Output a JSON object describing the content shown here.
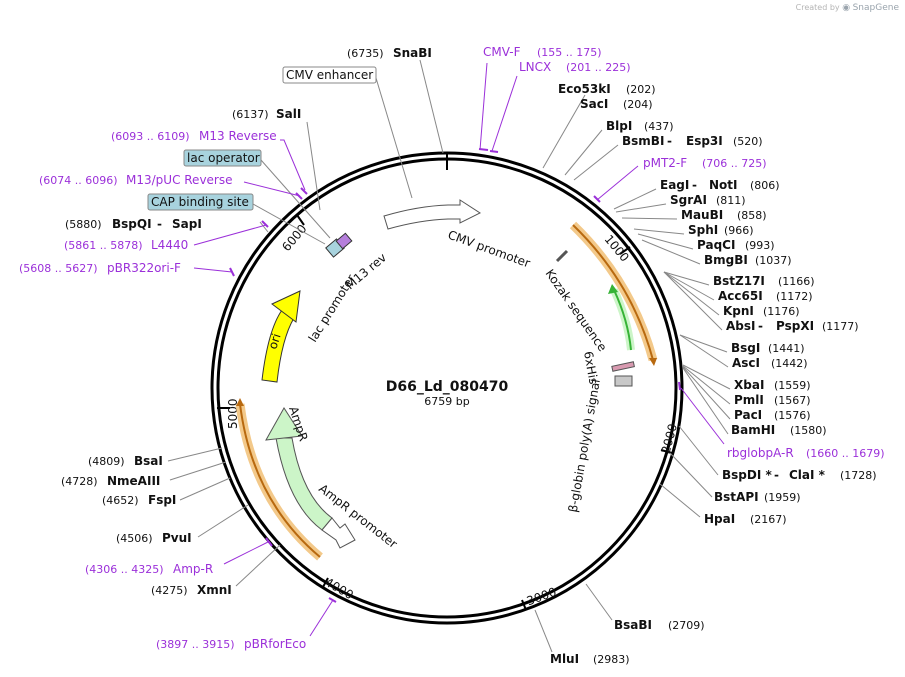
{
  "branding": {
    "created_by": "Created by",
    "product": "SnapGene"
  },
  "map": {
    "name": "D66_Ld_080470",
    "length": "6759 bp",
    "ticks": [
      "1000",
      "2000",
      "3000",
      "4000",
      "5000",
      "6000"
    ]
  },
  "features": {
    "cmv_promoter": "CMV promoter",
    "kozak": "Kozak sequence",
    "his": "6xHis",
    "polya": "β-globin poly(A) signal",
    "ampr": "AmpR",
    "ampr_promoter": "AmpR promoter",
    "ori": "ori",
    "lac_promoter": "lac promoter",
    "m13_rev": "M13 rev"
  },
  "boxed": {
    "cmv_enhancer": "CMV enhancer",
    "lac_operator": "lac operator",
    "cap_site": "CAP binding site"
  },
  "enzymes_right": [
    {
      "name": "Eco53kI",
      "pos": "(202)"
    },
    {
      "name": "SacI",
      "pos": "(204)"
    },
    {
      "name": "BlpI",
      "pos": "(437)"
    },
    {
      "name": "BsmBI",
      "sep": " - ",
      "name2": "Esp3I",
      "pos": "(520)"
    },
    {
      "name": "EagI",
      "sep": " - ",
      "name2": "NotI",
      "pos": "(806)"
    },
    {
      "name": "SgrAI",
      "pos": "(811)"
    },
    {
      "name": "MauBI",
      "pos": "(858)"
    },
    {
      "name": "SphI",
      "pos": "(966)"
    },
    {
      "name": "PaqCI",
      "pos": "(993)"
    },
    {
      "name": "BmgBI",
      "pos": "(1037)"
    },
    {
      "name": "BstZ17I",
      "pos": "(1166)"
    },
    {
      "name": "Acc65I",
      "pos": "(1172)"
    },
    {
      "name": "KpnI",
      "pos": "(1176)"
    },
    {
      "name": "AbsI",
      "sep": " - ",
      "name2": "PspXI",
      "pos": "(1177)"
    },
    {
      "name": "BsgI",
      "pos": "(1441)"
    },
    {
      "name": "AscI",
      "pos": "(1442)"
    },
    {
      "name": "XbaI",
      "pos": "(1559)"
    },
    {
      "name": "PmlI",
      "pos": "(1567)"
    },
    {
      "name": "PacI",
      "pos": "(1576)"
    },
    {
      "name": "BamHI",
      "pos": "(1580)"
    },
    {
      "name": "BspDI *",
      "sep": " - ",
      "name2": "ClaI *",
      "pos": "(1728)"
    },
    {
      "name": "BstAPI",
      "pos": "(1959)"
    },
    {
      "name": "HpaI",
      "pos": "(2167)"
    },
    {
      "name": "BsaBI",
      "pos": "(2709)"
    },
    {
      "name": "MluI",
      "pos": "(2983)"
    }
  ],
  "enzymes_left": [
    {
      "name": "SnaBI",
      "pos": "(6735)"
    },
    {
      "name": "SalI",
      "pos": "(6137)"
    },
    {
      "name": "BspQI",
      "sep": " - ",
      "name2": "SapI",
      "pos": "(5880)"
    },
    {
      "name": "BsaI",
      "pos": "(4809)"
    },
    {
      "name": "NmeAIII",
      "pos": "(4728)"
    },
    {
      "name": "FspI",
      "pos": "(4652)"
    },
    {
      "name": "PvuI",
      "pos": "(4506)"
    },
    {
      "name": "XmnI",
      "pos": "(4275)"
    }
  ],
  "primers": [
    {
      "name": "CMV-F",
      "range": "(155 .. 175)"
    },
    {
      "name": "LNCX",
      "range": "(201 .. 225)"
    },
    {
      "name": "pMT2-F",
      "range": "(706 .. 725)"
    },
    {
      "name": "rbglobpA-R",
      "range": "(1660 .. 1679)"
    },
    {
      "name": "M13 Reverse",
      "range": "(6093 .. 6109)"
    },
    {
      "name": "M13/pUC Reverse",
      "range": "(6074 .. 6096)"
    },
    {
      "name": "L4440",
      "range": "(5861 .. 5878)"
    },
    {
      "name": "pBR322ori-F",
      "range": "(5608 .. 5627)"
    },
    {
      "name": "Amp-R",
      "range": "(4306 .. 4325)"
    },
    {
      "name": "pBRforEco",
      "range": "(3897 .. 3915)"
    }
  ],
  "colors": {
    "primer": "#9b30d9",
    "ori": "#ffff00",
    "ampr": "#ccf5c8",
    "orange_band": "#f3c98a",
    "orange_line": "#b8690f",
    "green_arrow": "#36b336",
    "box_fill": "#a8d3de"
  }
}
